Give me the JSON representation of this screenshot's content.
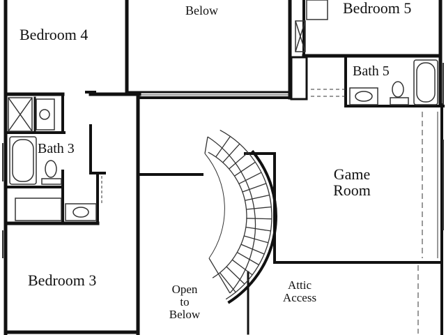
{
  "labels": {
    "below_top": "Below",
    "bedroom4": "Bedroom 4",
    "bedroom5": "Bedroom 5",
    "bath5": "Bath 5",
    "bath3": "Bath 3",
    "game_room_line1": "Game",
    "game_room_line2": "Room",
    "bedroom3": "Bedroom 3",
    "open_line1": "Open",
    "open_line2": "to",
    "open_line3": "Below",
    "attic_line1": "Attic",
    "attic_line2": "Access"
  },
  "colors": {
    "wall": "#111111",
    "background": "#ffffff",
    "fixture": "#333333"
  }
}
